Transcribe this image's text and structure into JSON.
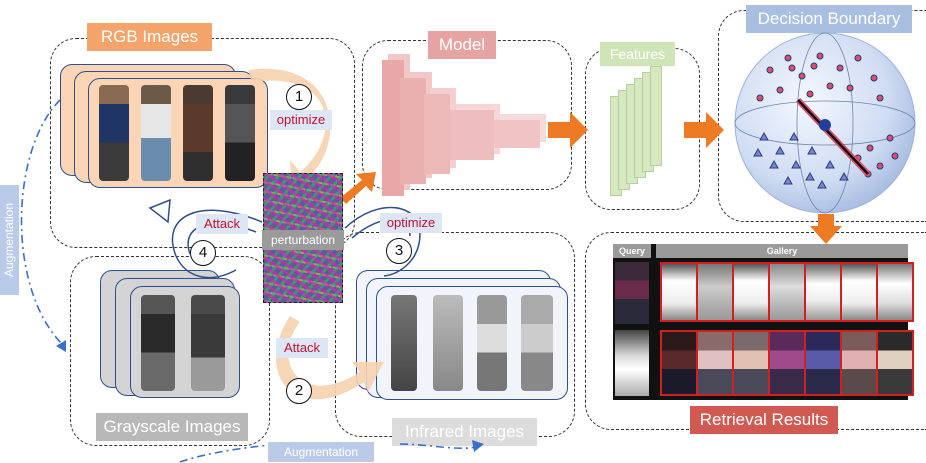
{
  "titles": {
    "rgb": "RGB Images",
    "model": "Model",
    "features": "Features",
    "decision": "Decision Boundary",
    "grayscale": "Grayscale Images",
    "infrared": "Infrared Images",
    "retrieval": "Retrieval Results"
  },
  "labels": {
    "optimize_1": "optimize",
    "optimize_3": "optimize",
    "attack_4": "Attack",
    "attack_2": "Attack",
    "perturbation": "perturbation",
    "augmentation_left": "Augmentation",
    "augmentation_bottom": "Augmentation"
  },
  "steps": {
    "s1": "1",
    "s2": "2",
    "s3": "3",
    "s4": "4"
  },
  "retrieval": {
    "query": "Query",
    "gallery": "Gallery"
  },
  "colors": {
    "rgb_title": "#f4a46b",
    "rgb_card": "#fbd5b5",
    "model_title": "#e6a3a3",
    "model_block": "#eab0b0",
    "features_title": "#cfe5b8",
    "decision_title": "#a8bfe2",
    "gray_title": "#b8b8b8",
    "gray_card": "#d4d4d4",
    "ir_title": "#dcdcdc",
    "ir_card": "#f1f4fa",
    "retrieval_title": "#d05a52",
    "orange_arrow": "#ee7b24",
    "red_text": "#c8102e",
    "augment_dash": "#3b6fc9"
  }
}
